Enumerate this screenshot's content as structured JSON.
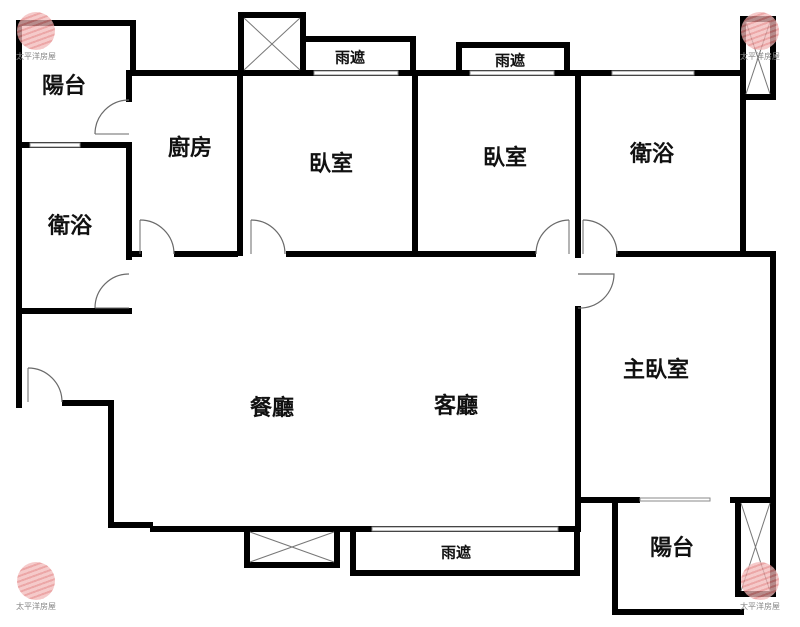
{
  "floorplan": {
    "rooms": {
      "balcony_nw": "陽台",
      "kitchen": "廚房",
      "bedroom_1": "臥室",
      "bedroom_2": "臥室",
      "bathroom_ne": "衛浴",
      "bathroom_w": "衛浴",
      "dining": "餐廳",
      "living": "客廳",
      "master_bedroom": "主臥室",
      "balcony_se": "陽台",
      "canopy_top_left": "雨遮",
      "canopy_top_right": "雨遮",
      "canopy_bottom": "雨遮"
    },
    "watermark": {
      "text": "太平洋房屋",
      "color": "#e58a8a"
    },
    "colors": {
      "wall": "#000000",
      "window": "#8a8a8a",
      "background": "#ffffff"
    }
  }
}
